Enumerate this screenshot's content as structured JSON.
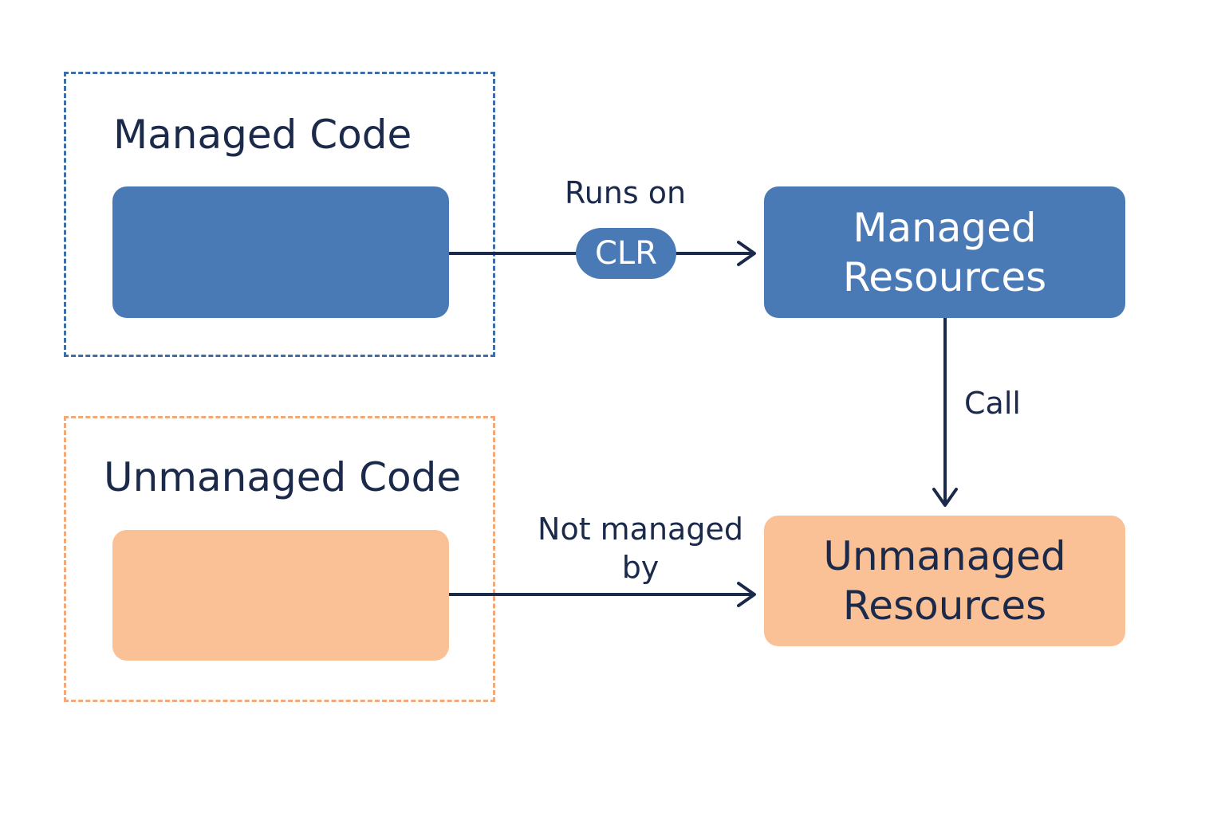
{
  "colors": {
    "managed": "#4a7ab6",
    "managed_border": "#3e6ea8",
    "unmanaged": "#f9c195",
    "unmanaged_border": "#f2a878",
    "ink": "#1b2a4a",
    "white": "#ffffff"
  },
  "managed_group": {
    "title": "Managed Code"
  },
  "unmanaged_group": {
    "title": "Unmanaged Code"
  },
  "nodes": {
    "managed_resources": {
      "lines": [
        "Managed",
        "Resources"
      ]
    },
    "unmanaged_resources": {
      "lines": [
        "Unmanaged",
        "Resources"
      ]
    }
  },
  "edges": {
    "runs_on": {
      "label": "Runs on",
      "badge": "CLR"
    },
    "call": {
      "label": "Call"
    },
    "not_managed_by": {
      "label_lines": [
        "Not managed",
        "by"
      ]
    }
  }
}
